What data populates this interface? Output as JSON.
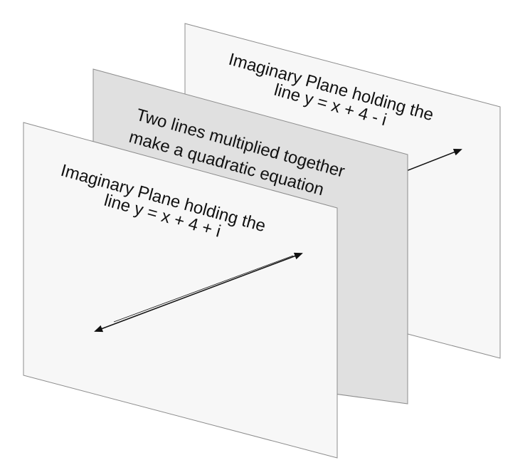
{
  "planes": {
    "back": {
      "label_line1": "Imaginary Plane holding the",
      "label_line2": "line y = x + 4 - i",
      "fill": "#f7f7f7"
    },
    "middle": {
      "label_line1": "Two lines multiplied together",
      "label_line2": "make a quadratic equation",
      "fill": "#e0e0e0"
    },
    "front": {
      "label_line1": "Imaginary Plane holding the",
      "label_line2": "line y = x + 4 + i",
      "fill": "#f7f7f7"
    }
  },
  "colors": {
    "plane_stroke": "#8c8c8c",
    "arrow": "#111111",
    "text": "#111111"
  }
}
